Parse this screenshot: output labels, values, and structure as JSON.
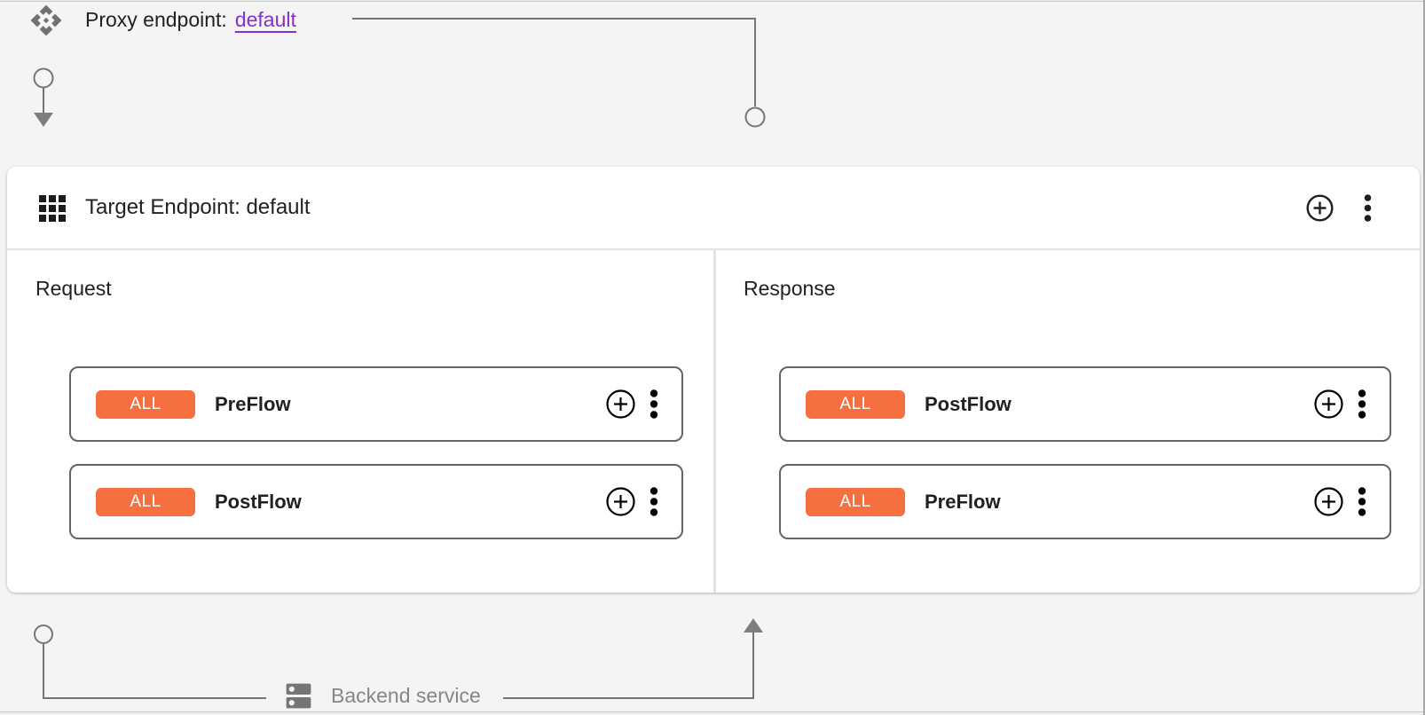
{
  "colors": {
    "accent_orange": "#f66f40",
    "link_purple": "#8430ce",
    "connector": "#757575",
    "text_dark": "#202124",
    "text_gray": "#82878c"
  },
  "proxy_endpoint": {
    "label": "Proxy endpoint:",
    "link": "default"
  },
  "target_endpoint": {
    "title": "Target Endpoint: default",
    "request": {
      "label": "Request",
      "flows": [
        {
          "badge": "ALL",
          "name": "PreFlow"
        },
        {
          "badge": "ALL",
          "name": "PostFlow"
        }
      ]
    },
    "response": {
      "label": "Response",
      "flows": [
        {
          "badge": "ALL",
          "name": "PostFlow"
        },
        {
          "badge": "ALL",
          "name": "PreFlow"
        }
      ]
    }
  },
  "backend": {
    "label": "Backend service"
  }
}
